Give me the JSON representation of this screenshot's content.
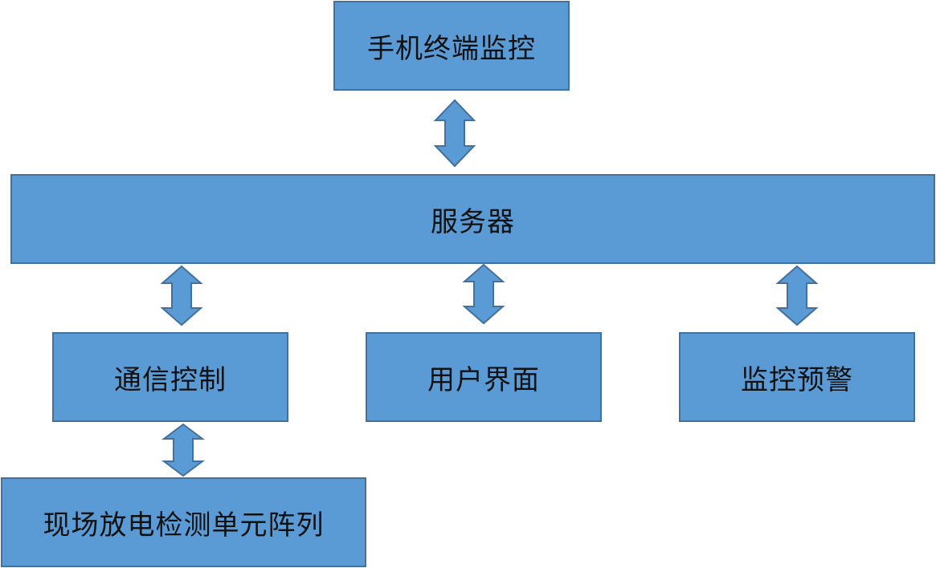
{
  "diagram": {
    "nodes": {
      "phone_monitor": "手机终端监控",
      "server": "服务器",
      "comm_control": "通信控制",
      "user_interface": "用户界面",
      "monitor_warning": "监控预警",
      "discharge_array": "现场放电检测单元阵列"
    },
    "edges": [
      {
        "from": "phone_monitor",
        "to": "server",
        "direction": "bidirectional"
      },
      {
        "from": "server",
        "to": "comm_control",
        "direction": "bidirectional"
      },
      {
        "from": "server",
        "to": "user_interface",
        "direction": "bidirectional"
      },
      {
        "from": "server",
        "to": "monitor_warning",
        "direction": "bidirectional"
      },
      {
        "from": "comm_control",
        "to": "discharge_array",
        "direction": "bidirectional"
      }
    ],
    "colors": {
      "box_fill": "#5b9bd5",
      "box_border": "#41719c",
      "text": "#111111"
    }
  }
}
